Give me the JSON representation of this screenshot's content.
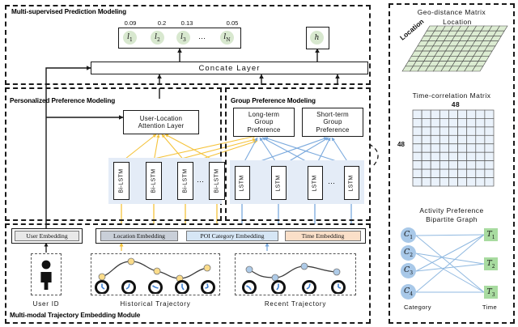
{
  "sections": {
    "prediction": "Multi-supervised Prediction Modeling",
    "personalized": "Personalized Preference Modeling",
    "group": "Group Preference Modeling",
    "embedding": "Multi-modal Trajectory Embedding Module"
  },
  "prediction": {
    "probabilities": [
      "0.09",
      "0.2",
      "0.13",
      "0.05"
    ],
    "location_nodes": [
      "l",
      "l",
      "l",
      "l"
    ],
    "location_subs": [
      "1",
      "2",
      "3",
      "N"
    ],
    "ellipsis": "⋯",
    "hidden_node": "h",
    "concate_label": "Concate Layer"
  },
  "personalized": {
    "attention_layer_line1": "User-Location",
    "attention_layer_line2": "Attention Layer",
    "cells": [
      "Bi-LSTM",
      "Bi-LSTM",
      "Bi-LSTM",
      "Bi-LSTM"
    ],
    "ellipsis": "⋯"
  },
  "group": {
    "long_term": [
      "Long-term",
      "Group",
      "Preference"
    ],
    "short_term": [
      "Short-term",
      "Group",
      "Preference"
    ],
    "cells": [
      "LSTM",
      "LSTM",
      "LSTM",
      "LSTM"
    ],
    "ellipsis": "⋯"
  },
  "embedding": {
    "user_embedding": "User Embedding",
    "location_embedding": "Location Embedding",
    "poi_embedding": "POI Category Embedding",
    "time_embedding": "Time Embedding",
    "user_id_caption": "User ID",
    "historical_caption": "Historical  Trajectory",
    "recent_caption": "Recent Trajectory",
    "user_icon": "person-icon"
  },
  "right_panel": {
    "geo": {
      "title": "Geo-distance Matrix",
      "top_axis": "Location",
      "side_axis": "Location",
      "cols": 10,
      "rows": 9
    },
    "time_matrix": {
      "title": "Time-correlation Matrix",
      "top_axis": "48",
      "side_axis": "48",
      "cols": 9,
      "rows": 9
    },
    "bipartite": {
      "title_line1": "Activity Preference",
      "title_line2": "Bipartite Graph",
      "left_nodes": [
        "C",
        "C",
        "C",
        "C"
      ],
      "left_subs": [
        "1",
        "2",
        "3",
        "4"
      ],
      "right_nodes": [
        "T",
        "T",
        "T"
      ],
      "right_subs": [
        "1",
        "2",
        "3"
      ],
      "left_caption": "Category",
      "right_caption": "Time",
      "edges": [
        [
          0,
          0
        ],
        [
          0,
          2
        ],
        [
          1,
          1
        ],
        [
          1,
          2
        ],
        [
          2,
          0
        ],
        [
          2,
          1
        ],
        [
          3,
          0
        ],
        [
          3,
          2
        ]
      ]
    }
  },
  "colors": {
    "yellow": "#f5c33b",
    "blue": "#7aa9dd",
    "green_node": "#d8e8cf",
    "band": "#e4ecf7",
    "geo_cell": "#dcecd2",
    "time_cell": "#eaf2fb",
    "cat_node": "#a8c8e8",
    "time_node": "#a8dba0",
    "loc_embed": "#c9cfd8",
    "poi_embed": "#d6e6f5",
    "time_embed": "#fadfc8",
    "user_embed": "#e8e8e8"
  }
}
